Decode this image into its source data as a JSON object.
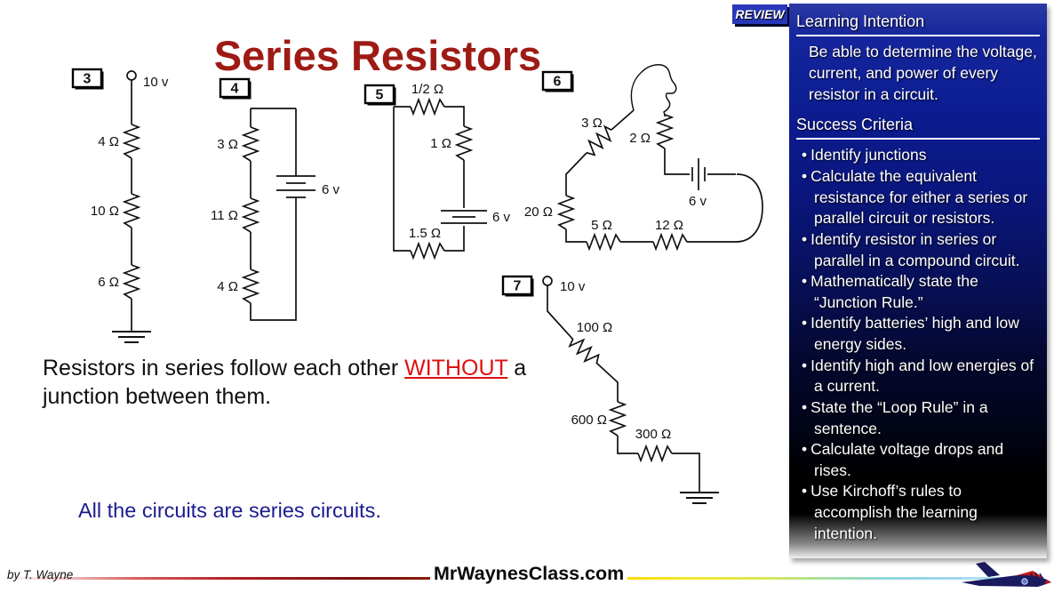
{
  "title": "Series Resistors",
  "review_badge": "REVIEW",
  "statement": {
    "part1": "Resistors in series follow each other ",
    "highlight": "WITHOUT",
    "part2": " a junction between them."
  },
  "blue_note": "All the circuits are series circuits.",
  "byline": "by T. Wayne",
  "site": "MrWaynesClass.com",
  "panel": {
    "learning_intention_title": "Learning Intention",
    "learning_intention_body": "Be able to determine the voltage, current, and power of every resistor in a circuit.",
    "success_criteria_title": "Success Criteria",
    "criteria": [
      "Identify junctions",
      "Calculate the equivalent resistance for either a series or parallel circuit or resistors.",
      "Identify resistor in series or parallel in a compound circuit.",
      "Mathematically state the “Junction Rule.”",
      "Identify batteries’ high and low energy sides.",
      "Identify high and low energies of a current.",
      "State the “Loop Rule” in a sentence.",
      "Calculate voltage drops and rises.",
      "Use Kirchoff’s rules to accomplish the learning intention."
    ]
  },
  "circuits": [
    {
      "number": "3",
      "labels": {
        "source": "10 v",
        "r1": "4 Ω",
        "r2": "10 Ω",
        "r3": "6 Ω"
      }
    },
    {
      "number": "4",
      "labels": {
        "r1": "3 Ω",
        "r2": "11 Ω",
        "r3": "4 Ω",
        "battery": "6 v"
      }
    },
    {
      "number": "5",
      "labels": {
        "r1": "1/2 Ω",
        "r2": "1 Ω",
        "r3": "1.5 Ω",
        "battery": "6 v"
      }
    },
    {
      "number": "6",
      "labels": {
        "r1": "3 Ω",
        "r2": "2 Ω",
        "r3": "20 Ω",
        "r4": "5 Ω",
        "r5": "12 Ω",
        "battery": "6 v"
      }
    },
    {
      "number": "7",
      "labels": {
        "source": "10 v",
        "r1": "100 Ω",
        "r2": "600 Ω",
        "r3": "300 Ω"
      }
    }
  ],
  "colors": {
    "title": "#9e1b15",
    "highlight_red": "#e01010",
    "note_blue": "#1b1b8f",
    "panel_blue_top": "#2c3aa4",
    "badge_blue": "#2838b8"
  }
}
